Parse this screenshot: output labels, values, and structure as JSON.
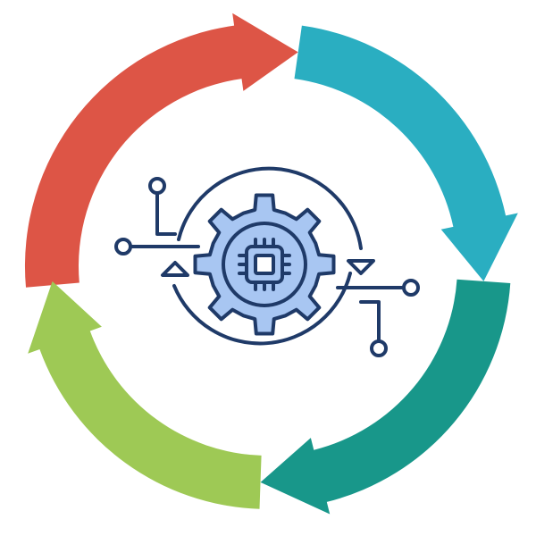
{
  "diagram": {
    "type": "circular-cycle",
    "arrow_count": 4,
    "direction": "clockwise",
    "arrows": [
      {
        "name": "top-left-arrow",
        "color": "#DD5546"
      },
      {
        "name": "top-right-arrow",
        "color": "#2AAEC1"
      },
      {
        "name": "bottom-right-arrow",
        "color": "#18978A"
      },
      {
        "name": "bottom-left-arrow",
        "color": "#9EC955"
      }
    ],
    "center_icon": {
      "name": "gear-chip-process-icon",
      "outline_color": "#1F3A68",
      "fill_color": "#A8C6F2"
    }
  }
}
